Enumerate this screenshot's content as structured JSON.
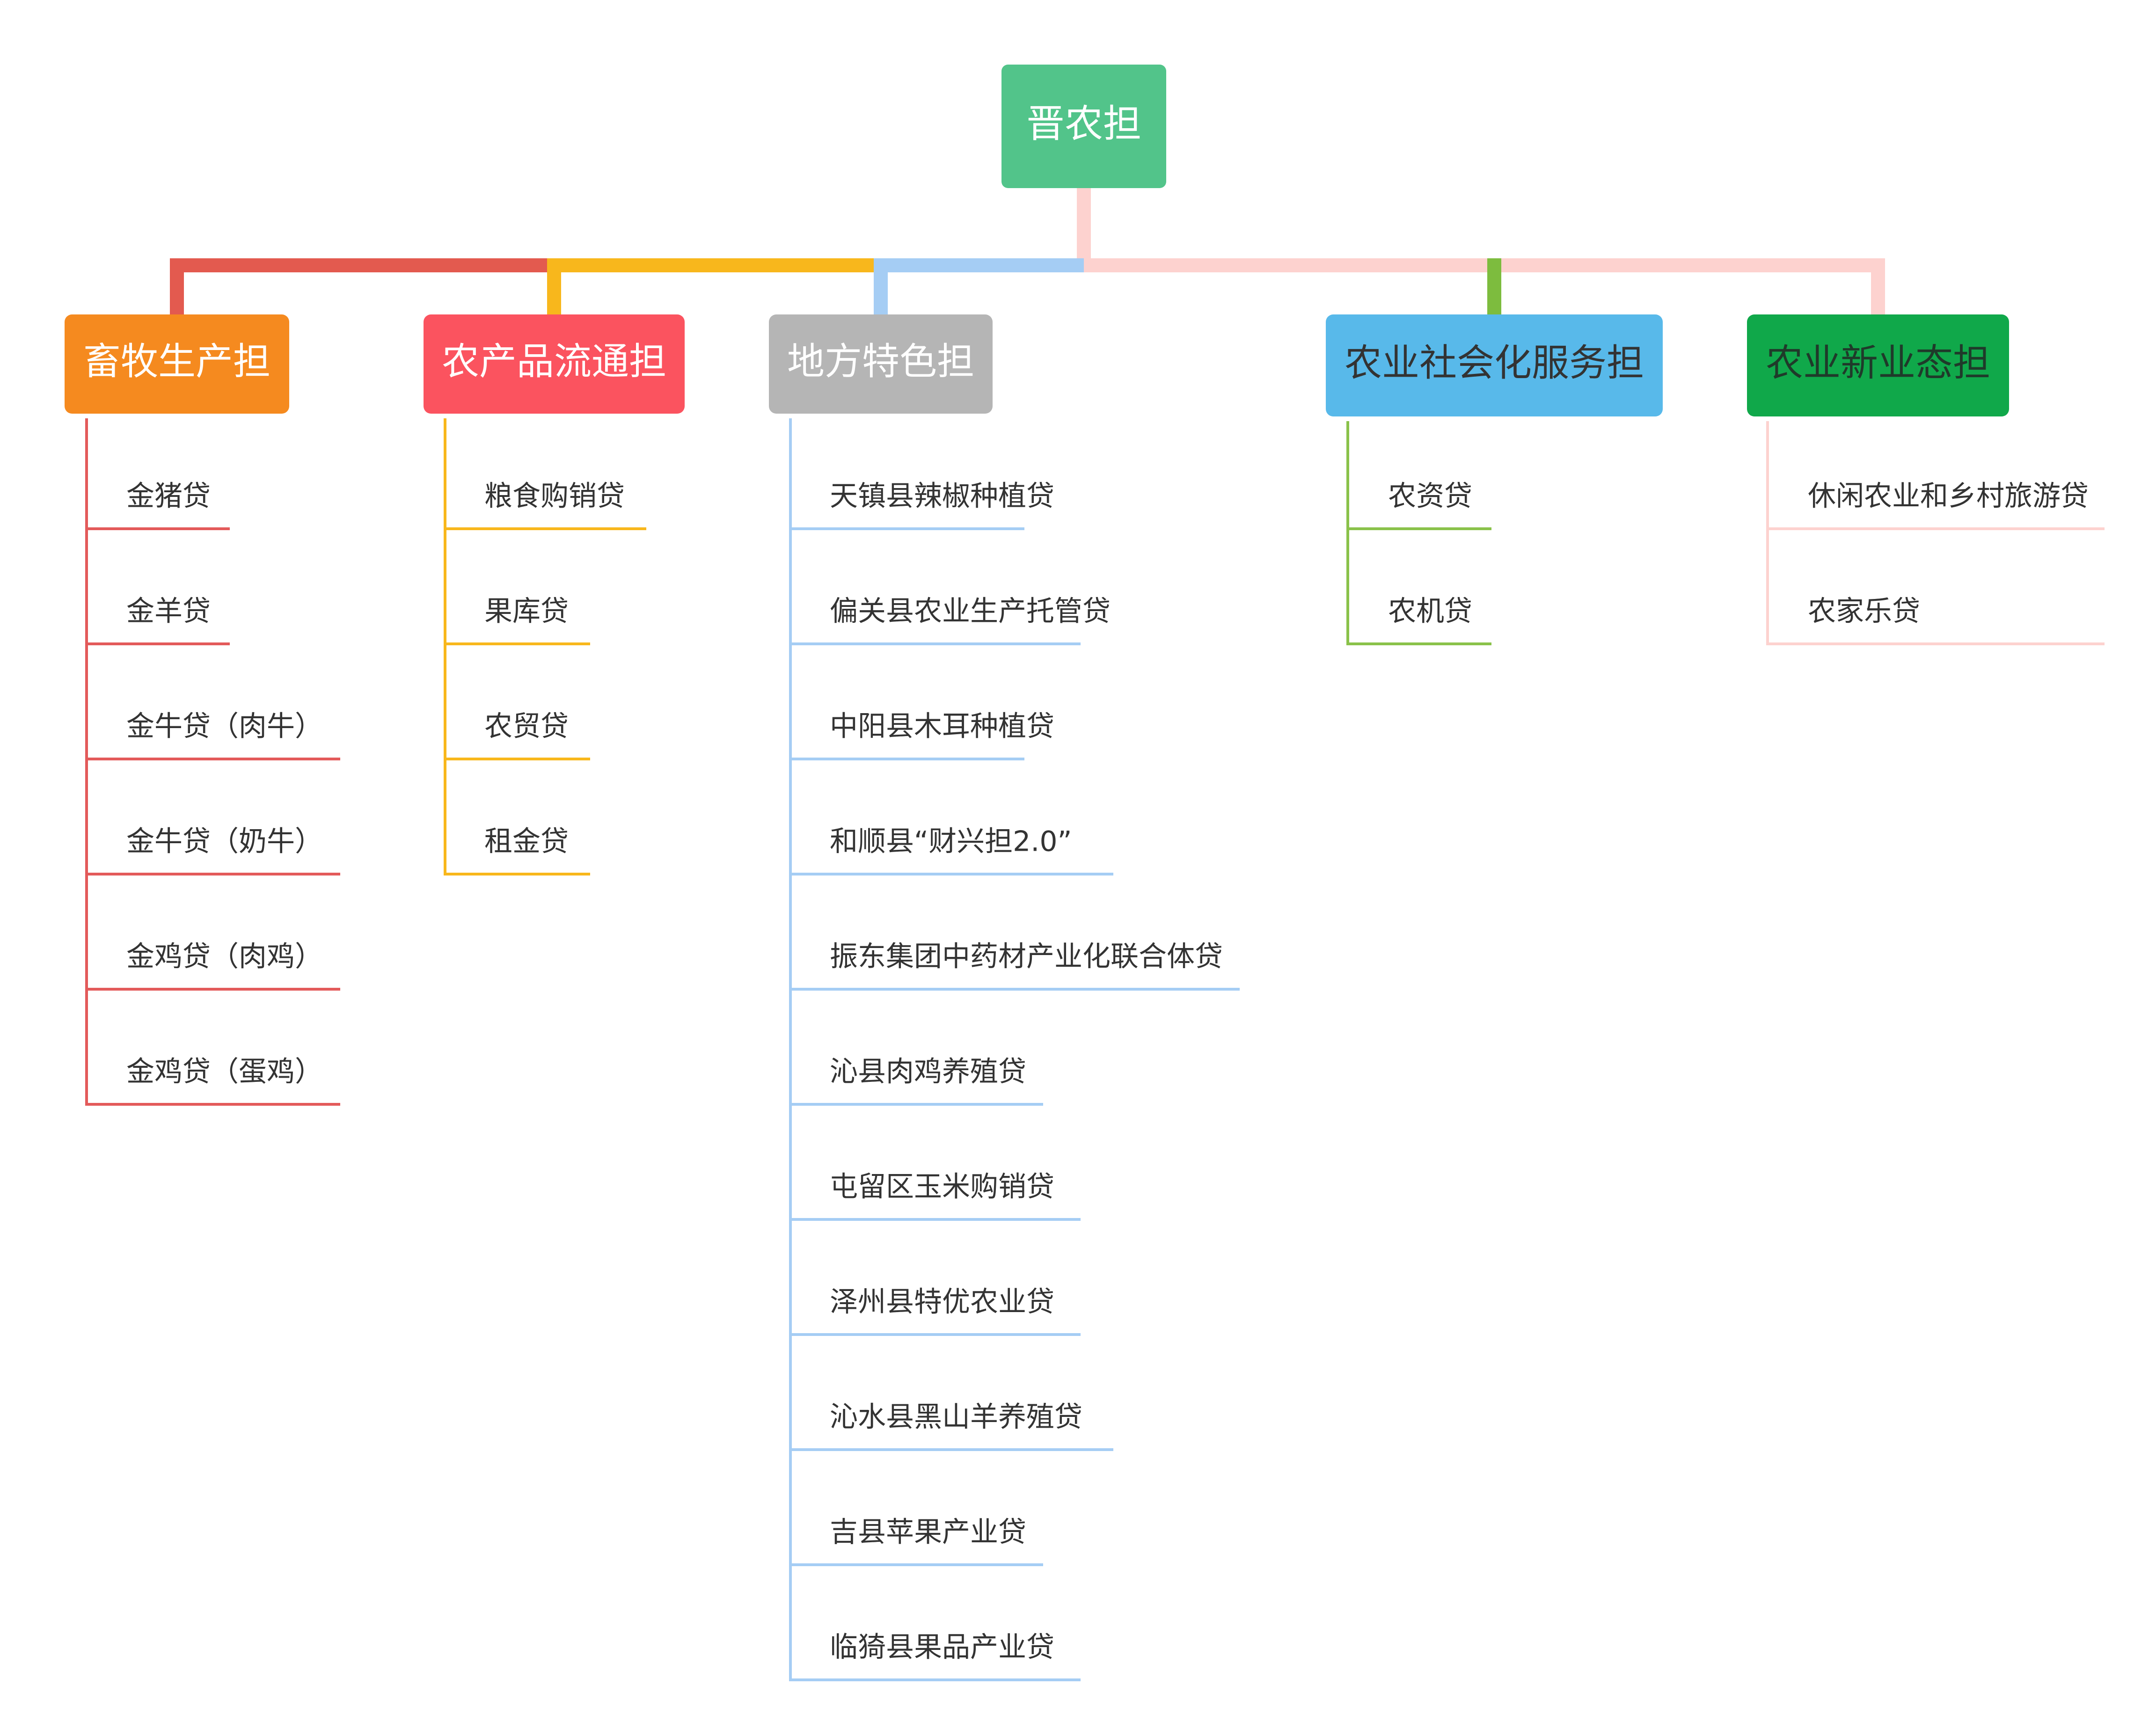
{
  "root": {
    "label": "晋农担",
    "color": "#52c48a"
  },
  "categories": [
    {
      "label": "畜牧生产担",
      "color": "#f58a1f",
      "branch_color": "#e35a4f",
      "list_color": "#e35a5a",
      "text_color": "#ffffff",
      "items": [
        "金猪贷",
        "金羊贷",
        "金牛贷（肉牛）",
        "金牛贷（奶牛）",
        "金鸡贷（肉鸡）",
        "金鸡贷（蛋鸡）"
      ]
    },
    {
      "label": "农产品流通担",
      "color": "#fb535f",
      "branch_color": "#f8b71c",
      "list_color": "#f8b71c",
      "text_color": "#ffffff",
      "items": [
        "粮食购销贷",
        "果库贷",
        "农贸贷",
        "租金贷"
      ]
    },
    {
      "label": "地方特色担",
      "color": "#b5b5b5",
      "branch_color": "#a5cdf4",
      "list_color": "#a5cdf4",
      "text_color": "#ffffff",
      "items": [
        "天镇县辣椒种植贷",
        "偏关县农业生产托管贷",
        "中阳县木耳种植贷",
        "和顺县“财兴担2.0”",
        "振东集团中药材产业化联合体贷",
        "沁县肉鸡养殖贷",
        "屯留区玉米购销贷",
        "泽州县特优农业贷",
        "沁水县黑山羊养殖贷",
        "吉县苹果产业贷",
        "临猗县果品产业贷"
      ]
    },
    {
      "label": "农业社会化服务担",
      "color": "#58b9ea",
      "branch_color": "#7dbc3e",
      "list_color": "#8ac24a",
      "text_color": "#333333",
      "items": [
        "农资贷",
        "农机贷"
      ]
    },
    {
      "label": "农业新业态担",
      "color": "#10a84a",
      "branch_color": "#fdd2cf",
      "list_color": "#fdd2cf",
      "text_color": "#1f3a2a",
      "items": [
        "休闲农业和乡村旅游贷",
        "农家乐贷"
      ]
    }
  ]
}
